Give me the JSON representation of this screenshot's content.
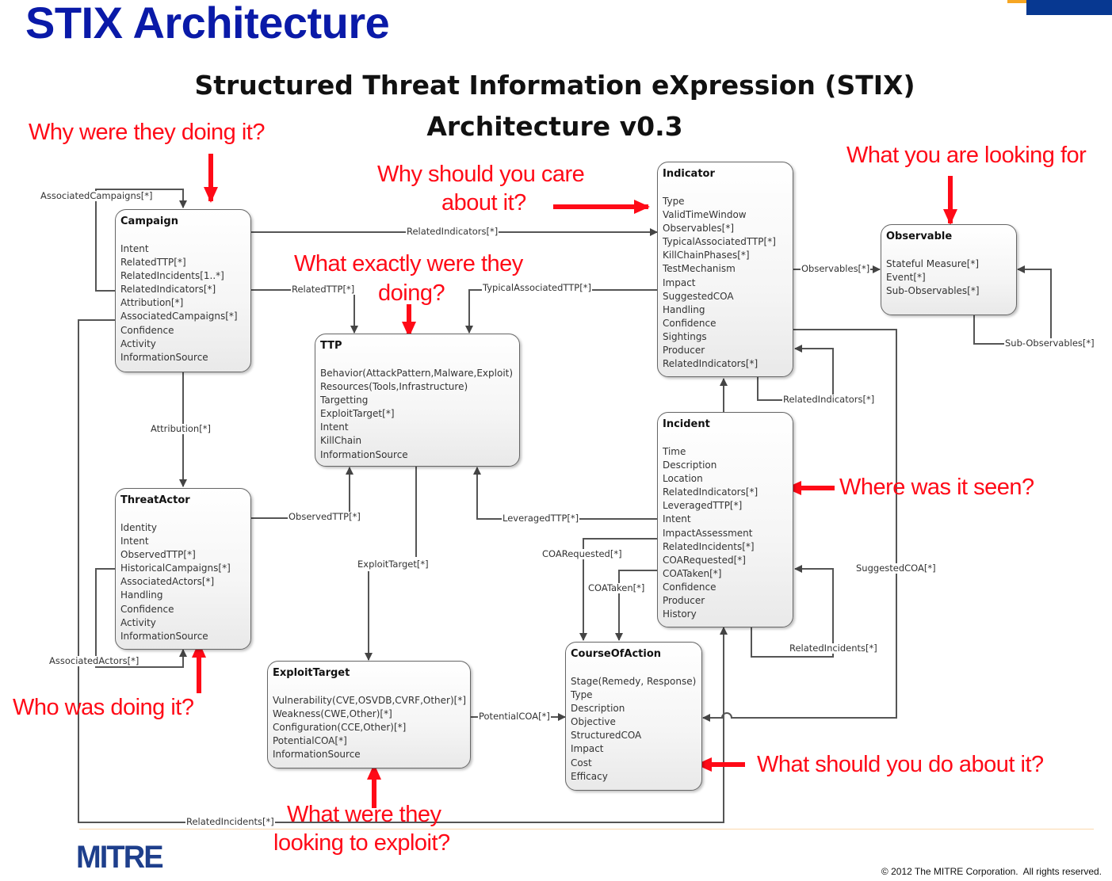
{
  "slide": {
    "title": "STIX Architecture",
    "diagram_title_line1": "Structured Threat Information eXpression (STIX)",
    "diagram_title_line2": "Architecture v0.3",
    "brand_color": "#073891",
    "accent_color": "#f6a623"
  },
  "entities": {
    "campaign": {
      "name": "Campaign",
      "attributes": [
        "Intent",
        "RelatedTTP[*]",
        "RelatedIncidents[1..*]",
        "RelatedIndicators[*]",
        "Attribution[*]",
        "AssociatedCampaigns[*]",
        "Confidence",
        "Activity",
        "InformationSource"
      ]
    },
    "indicator": {
      "name": "Indicator",
      "attributes": [
        "Type",
        "ValidTimeWindow",
        "Observables[*]",
        "TypicalAssociatedTTP[*]",
        "KillChainPhases[*]",
        "TestMechanism",
        "Impact",
        "SuggestedCOA",
        "Handling",
        "Confidence",
        "Sightings",
        "Producer",
        "RelatedIndicators[*]"
      ]
    },
    "observable": {
      "name": "Observable",
      "attributes": [
        "Stateful Measure[*]",
        "Event[*]",
        "Sub-Observables[*]"
      ]
    },
    "ttp": {
      "name": "TTP",
      "attributes": [
        "Behavior(AttackPattern,Malware,Exploit)",
        "Resources(Tools,Infrastructure)",
        "Targetting",
        "ExploitTarget[*]",
        "Intent",
        "KillChain",
        "InformationSource"
      ]
    },
    "incident": {
      "name": "Incident",
      "attributes": [
        "Time",
        "Description",
        "Location",
        "RelatedIndicators[*]",
        "LeveragedTTP[*]",
        "Intent",
        "ImpactAssessment",
        "RelatedIncidents[*]",
        "COARequested[*]",
        "COATaken[*]",
        "Confidence",
        "Producer",
        "History"
      ]
    },
    "threat_actor": {
      "name": "ThreatActor",
      "attributes": [
        "Identity",
        "Intent",
        "ObservedTTP[*]",
        "HistoricalCampaigns[*]",
        "AssociatedActors[*]",
        "Handling",
        "Confidence",
        "Activity",
        "InformationSource"
      ]
    },
    "exploit_target": {
      "name": "ExploitTarget",
      "attributes": [
        "Vulnerability(CVE,OSVDB,CVRF,Other)[*]",
        "Weakness(CWE,Other)[*]",
        "Configuration(CCE,Other)[*]",
        "PotentialCOA[*]",
        "InformationSource"
      ]
    },
    "course_of_action": {
      "name": "CourseOfAction",
      "attributes": [
        "Stage(Remedy, Response)",
        "Type",
        "Description",
        "Objective",
        "StructuredCOA",
        "Impact",
        "Cost",
        "Efficacy"
      ]
    }
  },
  "edge_labels": {
    "associated_campaigns": "AssociatedCampaigns[*]",
    "campaign_related_indicators": "RelatedIndicators[*]",
    "campaign_related_ttp": "RelatedTTP[*]",
    "typical_associated_ttp": "TypicalAssociatedTTP[*]",
    "observables": "Observables[*]",
    "sub_observables": "Sub-Observables[*]",
    "indicator_related_indicators": "RelatedIndicators[*]",
    "attribution": "Attribution[*]",
    "observed_ttp": "ObservedTTP[*]",
    "leveraged_ttp": "LeveragedTTP[*]",
    "exploit_target": "ExploitTarget[*]",
    "coa_requested": "COARequested[*]",
    "coa_taken": "COATaken[*]",
    "suggested_coa": "SuggestedCOA[*]",
    "incident_related_incidents": "RelatedIncidents[*]",
    "associated_actors": "AssociatedActors[*]",
    "potential_coa": "PotentialCOA[*]",
    "campaign_related_incidents": "RelatedIncidents[*]"
  },
  "annotations": {
    "why_doing": "Why were they doing it?",
    "why_care_1": "Why should you care",
    "why_care_2": "about it?",
    "looking_for": "What you are looking for",
    "what_exactly_1": "What exactly were they",
    "what_exactly_2": "doing?",
    "where_seen": "Where was it seen?",
    "who_doing": "Who was doing it?",
    "what_do": "What should you do about it?",
    "exploit_1": "What were they",
    "exploit_2": "looking to exploit?",
    "color": "#ff0a17"
  },
  "footer": {
    "logo": "MITRE",
    "copyright": "© 2012 The MITRE Corporation.  All rights reserved."
  }
}
